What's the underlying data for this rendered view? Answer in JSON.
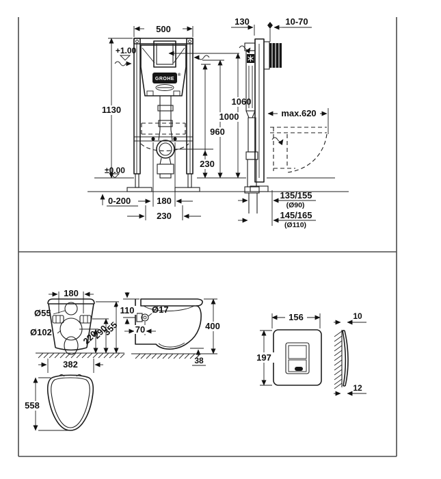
{
  "installation": {
    "width": "500",
    "depth": "130",
    "wall_thickness": "10-70",
    "level_plus": "+1.00",
    "level_zero": "±0.00",
    "height": "1130",
    "h1060": "1060",
    "h1000": "1000",
    "h960": "960",
    "drain_height": "230",
    "max_reach": "max.620",
    "foot_adjust": "0-200",
    "fix_narrow": "180",
    "fix_wide": "230",
    "outlet90": "135/155",
    "outlet90_dia": "(Ø90)",
    "outlet110": "145/165",
    "outlet110_dia": "(Ø110)",
    "logo": "GROHE",
    "logo_mark": "®"
  },
  "bowl_rear": {
    "hinge_spacing": "180",
    "dia_seat": "Ø55",
    "dia_outlet": "Ø102",
    "h_outlet": "220",
    "h_fixing": "290",
    "h_rim": "355",
    "width": "382"
  },
  "bowl_side": {
    "fix_offset": "110",
    "dia_fix": "Ø17",
    "fix_depth": "70",
    "height": "400",
    "clearance": "38"
  },
  "bowl_top": {
    "length": "558"
  },
  "plate": {
    "width": "156",
    "height": "197",
    "thickness_top": "10",
    "thickness_bottom": "12"
  }
}
